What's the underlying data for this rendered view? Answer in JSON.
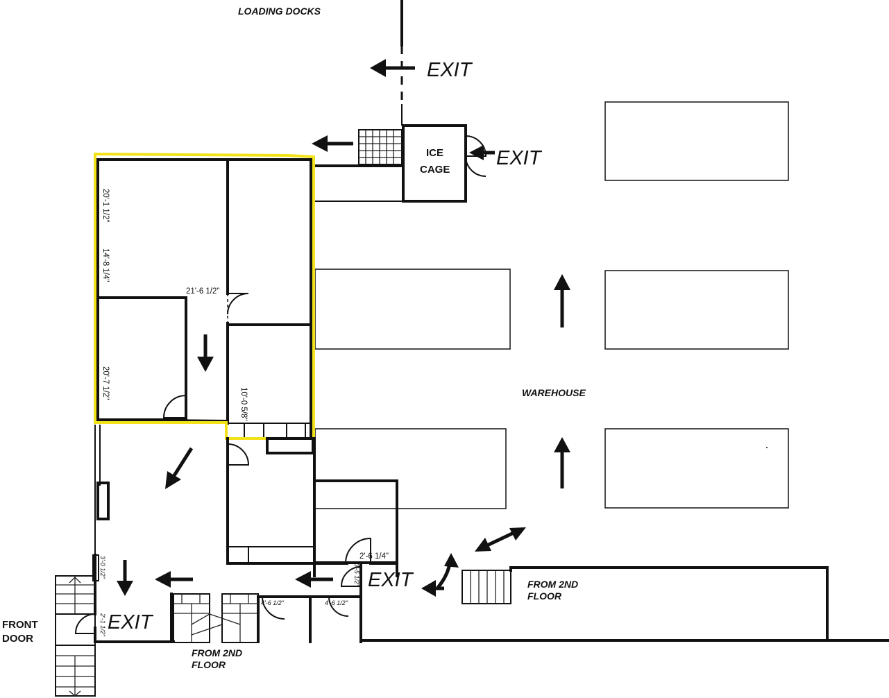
{
  "labels": {
    "loading_docks": "LOADING DOCKS",
    "warehouse": "WAREHOUSE",
    "ice_cage_line1": "ICE",
    "ice_cage_line2": "CAGE",
    "front_door_line1": "FRONT",
    "front_door_line2": "DOOR",
    "from_2nd_floor_right_line1": "FROM 2ND",
    "from_2nd_floor_right_line2": "FLOOR",
    "from_2nd_floor_bottom_line1": "FROM 2ND",
    "from_2nd_floor_bottom_line2": "FLOOR"
  },
  "exits": {
    "top": "EXIT",
    "ice_cage": "EXIT",
    "middle": "EXIT",
    "front": "EXIT"
  },
  "dimensions": {
    "left_wall_top": "20'-1 1/2\"",
    "left_wall_mid": "14'-8 1/4\"",
    "left_wall_low": "20'-7 1/2\"",
    "room_width": "21'-6 1/2\"",
    "inner_room": "10'-0 5/8\"",
    "corridor_door": "2'-6 1/4\"",
    "corridor_side": "3'-5 1/2\"",
    "closet_1": "4'-6 1/2\"",
    "closet_2": "4'-6 1/2\"",
    "front_side": "3'-0 1/2\"",
    "front_lower": "2'-1 1/2\""
  },
  "colors": {
    "highlight": "#f2e21a",
    "walls": "#111111",
    "background": "#ffffff"
  }
}
